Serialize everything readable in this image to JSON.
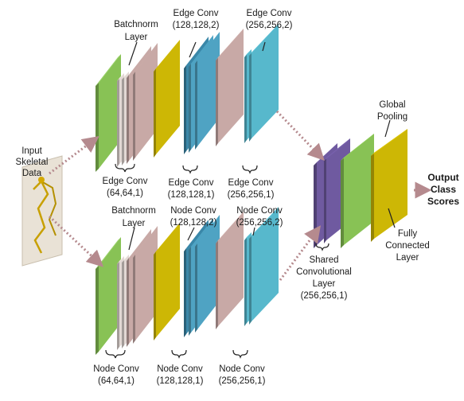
{
  "colors": {
    "batchnorm": "#88c255",
    "slice": "#e2d8d4",
    "conv_pink": "#c8a9a6",
    "yellow": "#cdb705",
    "blue": "#4fa3c3",
    "blue_dark": "#3a87a8",
    "cyan": "#57b8cc",
    "purple": "#6f5aa0",
    "fc_green": "#88c255",
    "arrow": "#b58a8e"
  },
  "input": {
    "label_line1": "Input",
    "label_line2": "Skeletal",
    "label_line3": "Data"
  },
  "top_branch": {
    "batchnorm_line1": "Batchnorm",
    "batchnorm_line2": "Layer",
    "edgeconv1_line1": "Edge Conv",
    "edgeconv1_line2": "(128,128,2)",
    "edgeconv2_line1": "Edge Conv",
    "edgeconv2_line2": "(256,256,2)",
    "bottom_label1_line1": "Edge Conv",
    "bottom_label1_line2": "(64,64,1)",
    "bottom_label2_line1": "Edge Conv",
    "bottom_label2_line2": "(128,128,1)",
    "bottom_label3_line1": "Edge Conv",
    "bottom_label3_line2": "(256,256,1)"
  },
  "bottom_branch": {
    "batchnorm_line1": "Batchnorm",
    "batchnorm_line2": "Layer",
    "nodeconv1_line1": "Node Conv",
    "nodeconv1_line2": "(128,128,2)",
    "nodeconv2_line1": "Node Conv",
    "nodeconv2_line2": "(256,256,2)",
    "bottom_label1_line1": "Node Conv",
    "bottom_label1_line2": "(64,64,1)",
    "bottom_label2_line1": "Node Conv",
    "bottom_label2_line2": "(128,128,1)",
    "bottom_label3_line1": "Node Conv",
    "bottom_label3_line2": "(256,256,1)"
  },
  "merge": {
    "global_pooling_line1": "Global",
    "global_pooling_line2": "Pooling",
    "shared_line1": "Shared",
    "shared_line2": "Convolutional",
    "shared_line3": "Layer",
    "shared_line4": "(256,256,1)",
    "fc_line1": "Fully",
    "fc_line2": "Connected",
    "fc_line3": "Layer",
    "output_line1": "Output",
    "output_line2": "Class",
    "output_line3": "Scores"
  }
}
